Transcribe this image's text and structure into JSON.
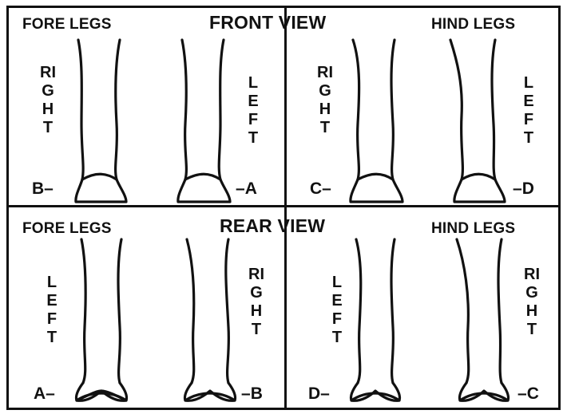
{
  "front_view": {
    "title": "FRONT VIEW",
    "left_header": "FORE LEGS",
    "right_header": "HIND LEGS",
    "legs": [
      {
        "side": "RIGHT",
        "marker": "B"
      },
      {
        "side": "LEFT",
        "marker": "A"
      },
      {
        "side": "RIGHT",
        "marker": "C"
      },
      {
        "side": "LEFT",
        "marker": "D"
      }
    ]
  },
  "rear_view": {
    "title": "REAR VIEW",
    "left_header": "FORE LEGS",
    "right_header": "HIND LEGS",
    "legs": [
      {
        "side": "LEFT",
        "marker": "A"
      },
      {
        "side": "RIGHT",
        "marker": "B"
      },
      {
        "side": "LEFT",
        "marker": "D"
      },
      {
        "side": "RIGHT",
        "marker": "C"
      }
    ]
  }
}
